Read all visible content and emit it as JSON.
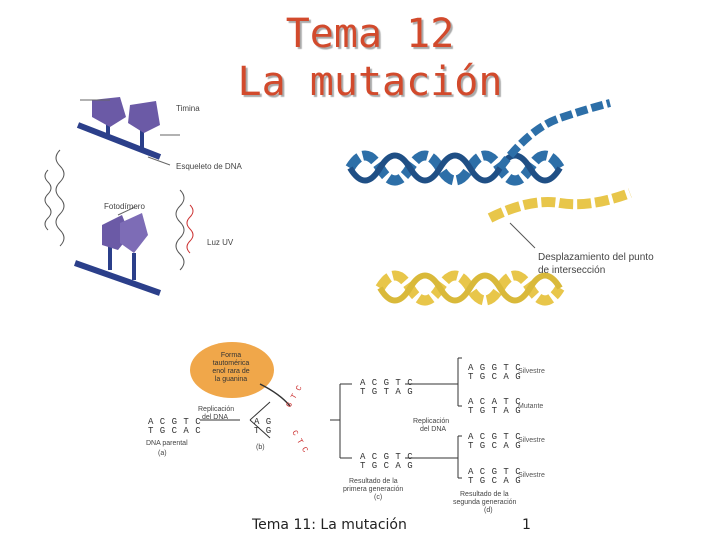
{
  "slide": {
    "title_line1": "Tema 12",
    "title_line2": "La mutación",
    "footer": "Tema 11: La mutación",
    "page_number": "1"
  },
  "dimer_figure": {
    "label_thymine": "Timina",
    "label_backbone": "Esqueleto de DNA",
    "label_dimer": "Fotodímero",
    "label_uv": "Luz UV"
  },
  "helix_figure": {
    "label_line1": "Desplazamiento del punto",
    "label_line2": "de intersección"
  },
  "replication_figure": {
    "bubble_line1": "Forma",
    "bubble_line2": "tautomérica",
    "bubble_line3": "enol rara de",
    "bubble_line4": "la guanina",
    "parental_top": "A C G T C",
    "parental_bottom": "T G C A C",
    "parental_label": "DNA parental",
    "parental_tag": "(a)",
    "replication_label_1": "Replicación",
    "replication_label_2": "del DNA",
    "partial_top": "A G",
    "partial_bottom": "T G",
    "partial_tag": "(b)",
    "gen1_top_a": "A C G T C",
    "gen1_bottom_a": "T G T A G",
    "gen1_top_b": "A C G T C",
    "gen1_bottom_b": "T G C A G",
    "replication2_label_1": "Replicación",
    "replication2_label_2": "del DNA",
    "gen1_result_1": "Resultado de la",
    "gen1_result_2": "primera generación",
    "gen1_tag": "(c)",
    "gen2": [
      {
        "top": "A G G T C",
        "bottom": "T G C A G",
        "label": "Silvestre"
      },
      {
        "top": "A C A T C",
        "bottom": "T G T A G",
        "label": "Mutante"
      },
      {
        "top": "A C G T C",
        "bottom": "T G C A G",
        "label": "Silvestre"
      },
      {
        "top": "A C G T C",
        "bottom": "T G C A G",
        "label": "Silvestre"
      }
    ],
    "gen2_result_1": "Resultado de la",
    "gen2_result_2": "segunda generación",
    "gen2_tag": "(d)"
  }
}
